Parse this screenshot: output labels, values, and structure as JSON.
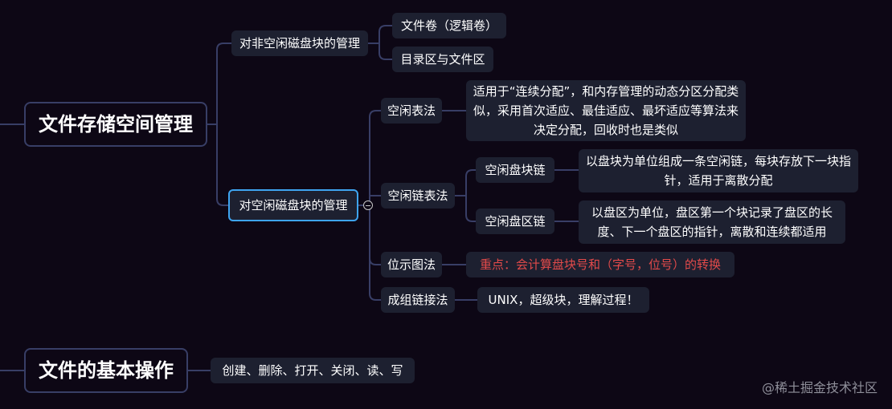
{
  "colors": {
    "background": "#0d0715",
    "node": "#1d2030",
    "line": "#383e66",
    "selected": "#3ea4f0",
    "highlight": "#e24a4a"
  },
  "roots": [
    {
      "label": "文件存储空间管理",
      "children": [
        {
          "label": "对非空闲磁盘块的管理",
          "children": [
            "文件卷（逻辑卷）",
            "目录区与文件区"
          ]
        },
        {
          "label": "对空闲磁盘块的管理",
          "selected": true,
          "methods": [
            {
              "label": "空闲表法",
              "note": "适用于“连续分配”，和内存管理的动态分区分配类似，采用首次适应、最佳适应、最坏适应等算法来决定分配，回收时也是类似"
            },
            {
              "label": "空闲链表法",
              "sub": [
                {
                  "label": "空闲盘块链",
                  "note": "以盘块为单位组成一条空闲链，每块存放下一块指针，适用于离散分配"
                },
                {
                  "label": "空闲盘区链",
                  "note": "以盘区为单位，盘区第一个块记录了盘区的长度、下一个盘区的指针，离散和连续都适用"
                }
              ]
            },
            {
              "label": "位示图法",
              "note": "重点：会计算盘块号和（字号，位号）的转换"
            },
            {
              "label": "成组链接法",
              "note": "UNIX，超级块，理解过程！"
            }
          ]
        }
      ]
    },
    {
      "label": "文件的基本操作",
      "children": [
        "创建、删除、打开、关闭、读、写"
      ]
    }
  ],
  "watermark": "@稀土掘金技术社区"
}
